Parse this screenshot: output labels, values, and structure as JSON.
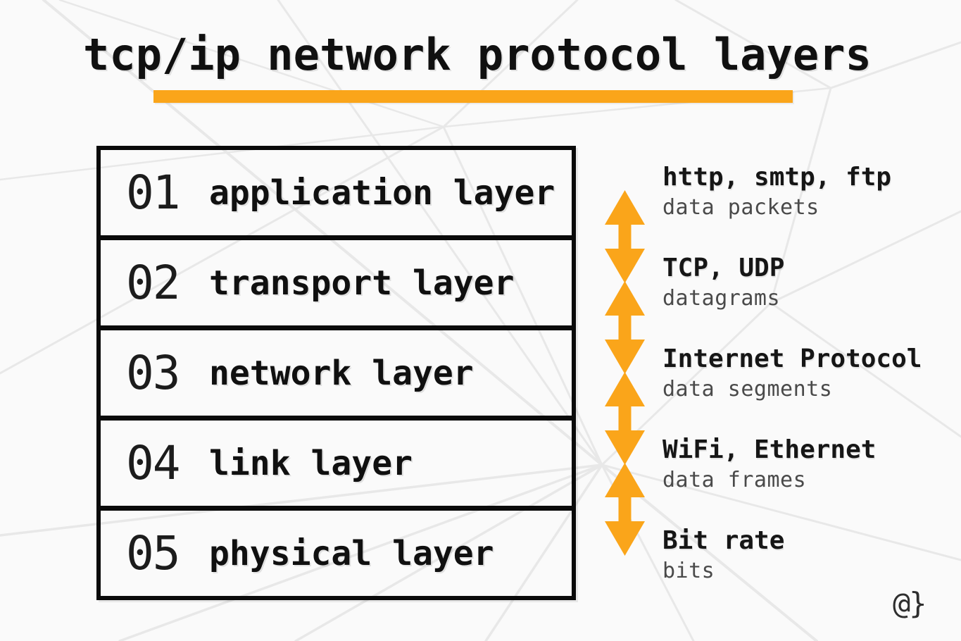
{
  "page": {
    "title": "tcp/ip network protocol layers",
    "watermark": "@}"
  },
  "colors": {
    "accent_orange": "#FAA51A",
    "ink": "#111111",
    "secondary_text": "#4a4a4a",
    "mesh_line": "#e8e8e8",
    "background": "#fafafa"
  },
  "layers": [
    {
      "num": "01",
      "name": "application layer",
      "protocols": "http, smtp, ftp",
      "unit": "data packets"
    },
    {
      "num": "02",
      "name": "transport layer",
      "protocols": "TCP, UDP",
      "unit": "datagrams"
    },
    {
      "num": "03",
      "name": "network layer",
      "protocols": "Internet Protocol",
      "unit": "data segments"
    },
    {
      "num": "04",
      "name": "link layer",
      "protocols": "WiFi, Ethernet",
      "unit": "data frames"
    },
    {
      "num": "05",
      "name": "physical layer",
      "protocols": "Bit rate",
      "unit": "bits"
    }
  ],
  "arrows": {
    "count": 4,
    "meaning": "bidirectional data flow between adjacent layers"
  }
}
